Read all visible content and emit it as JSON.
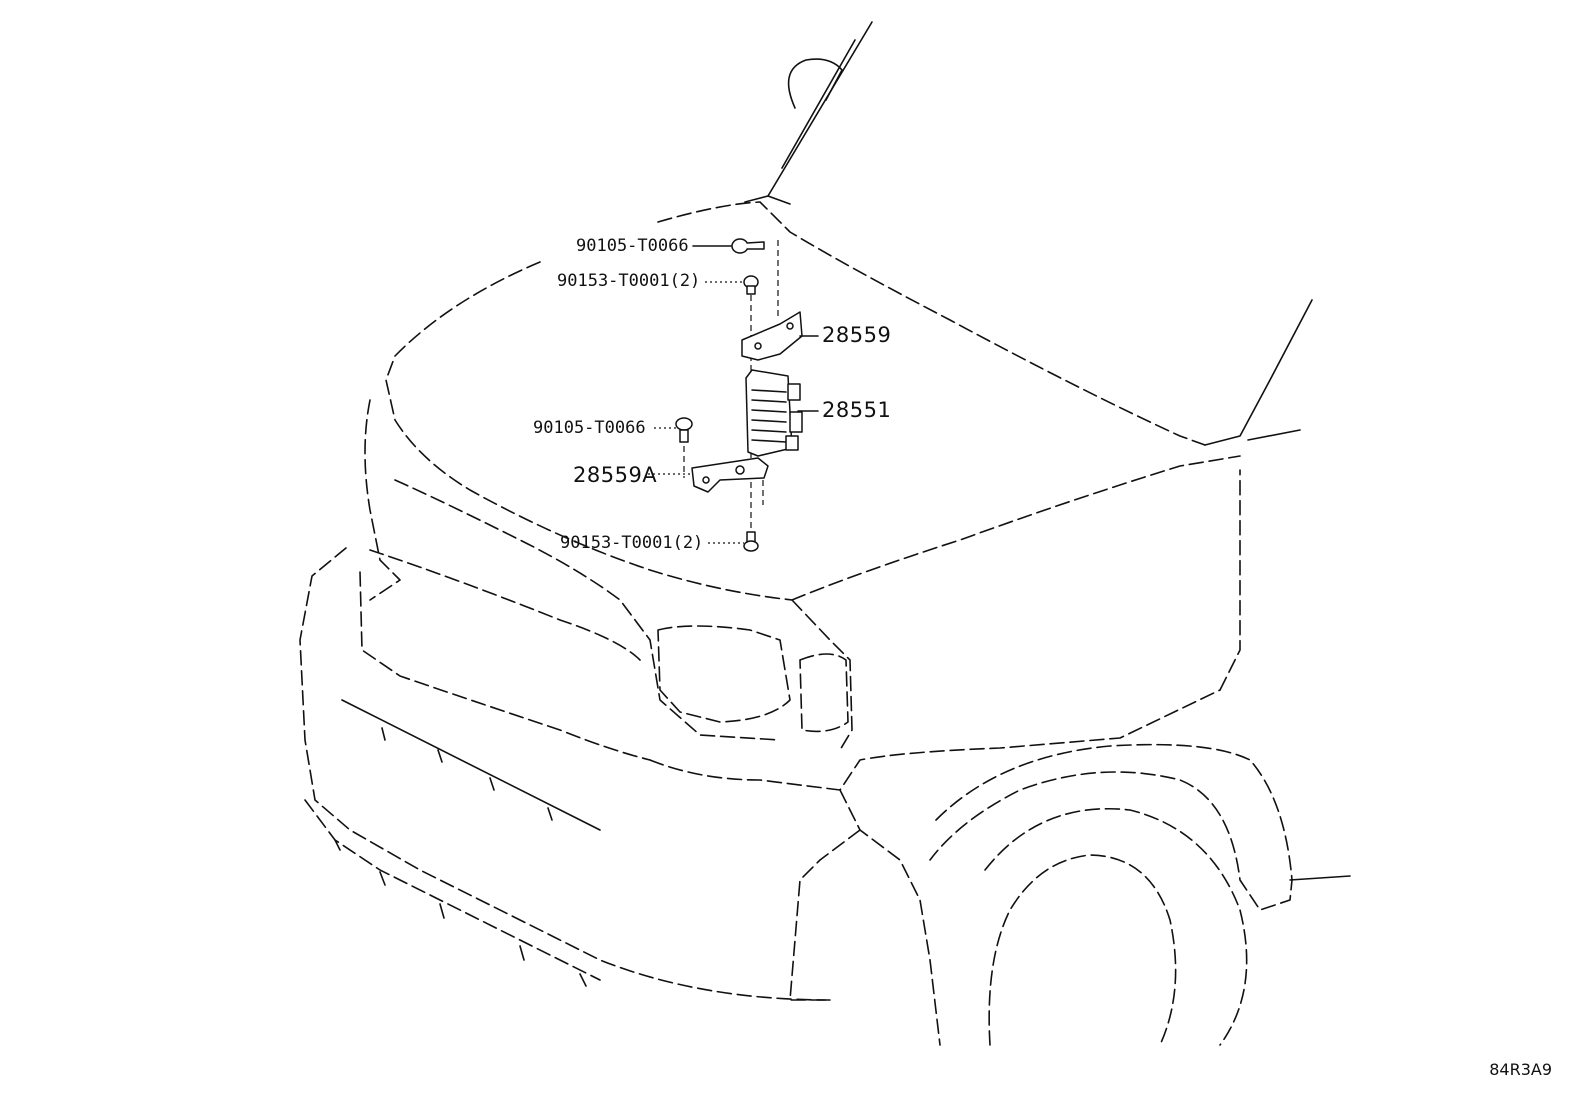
{
  "callouts": [
    {
      "id": "bolt-top",
      "text": "90105-T0066"
    },
    {
      "id": "nut-top",
      "text": "90153-T0001(2)"
    },
    {
      "id": "bracket-upper",
      "text": "28559"
    },
    {
      "id": "module",
      "text": "28551"
    },
    {
      "id": "bolt-mid",
      "text": "90105-T0066"
    },
    {
      "id": "bracket-lower",
      "text": "28559A"
    },
    {
      "id": "nut-bottom",
      "text": "90153-T0001(2)"
    }
  ],
  "diagram_code": "84R3A9"
}
